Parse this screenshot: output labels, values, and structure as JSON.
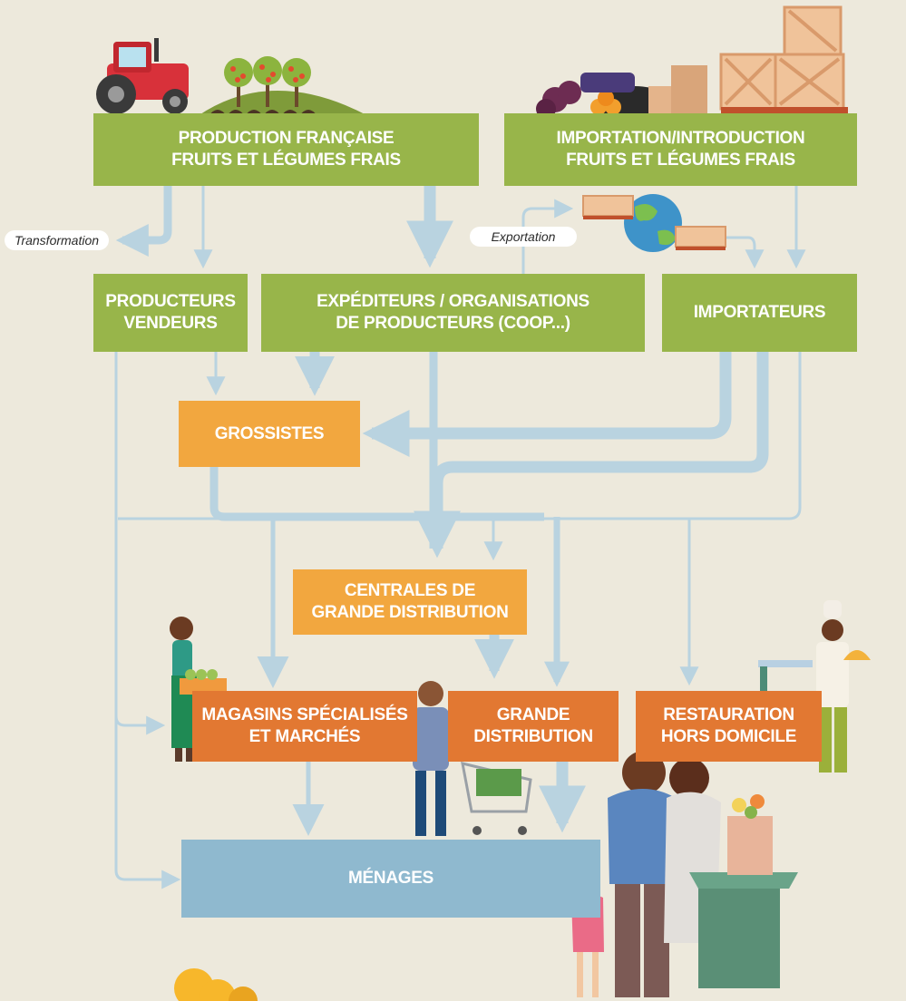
{
  "nodes": {
    "production": "PRODUCTION FRANÇAISE\nFRUITS ET LÉGUMES FRAIS",
    "importation": "IMPORTATION/INTRODUCTION\nFRUITS ET LÉGUMES FRAIS",
    "producteurs_vendeurs": "PRODUCTEURS\nVENDEURS",
    "expediteurs": "EXPÉDITEURS / ORGANISATIONS\nDE PRODUCTEURS (COOP...)",
    "importateurs": "IMPORTATEURS",
    "grossistes": "GROSSISTES",
    "centrales": "CENTRALES DE\nGRANDE DISTRIBUTION",
    "magasins": "MAGASINS SPÉCIALISÉS\nET MARCHÉS",
    "grande_distribution": "GRANDE\nDISTRIBUTION",
    "restauration": "RESTAURATION\nHORS DOMICILE",
    "menages": "MÉNAGES"
  },
  "labels": {
    "transformation": "Transformation",
    "exportation": "Exportation"
  },
  "colors": {
    "background": "#ede9dc",
    "green": "#98b54a",
    "orange_light": "#f2a73f",
    "orange": "#e27832",
    "blue": "#8fb9cf",
    "arrow": "#b9d3e0"
  }
}
